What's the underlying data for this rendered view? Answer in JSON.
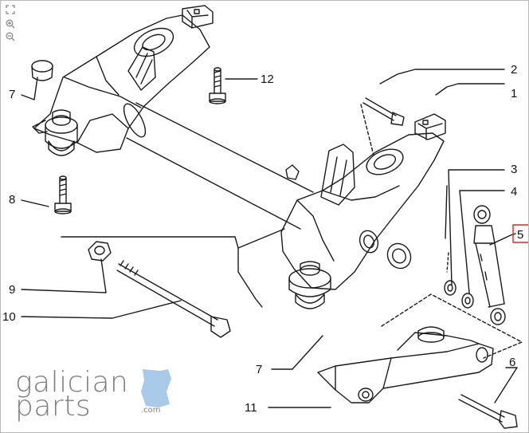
{
  "toolbar": {
    "tools": [
      {
        "name": "reset-view",
        "icon": "reset-icon"
      },
      {
        "name": "zoom-in",
        "icon": "zoom-in-icon"
      },
      {
        "name": "zoom-out",
        "icon": "zoom-out-icon"
      }
    ]
  },
  "diagram": {
    "labels": [
      "7",
      "12",
      "2",
      "1",
      "8",
      "3",
      "4",
      "5",
      "9",
      "10",
      "7",
      "11",
      "6"
    ],
    "highlighted_label": "5",
    "highlight_color": "#d62828",
    "line_color": "#1a1a1a"
  },
  "logo": {
    "line1": "galician",
    "line2": "parts",
    "suffix": ".com",
    "color": "#7f7f7f",
    "accent": "#a9c9e8"
  }
}
